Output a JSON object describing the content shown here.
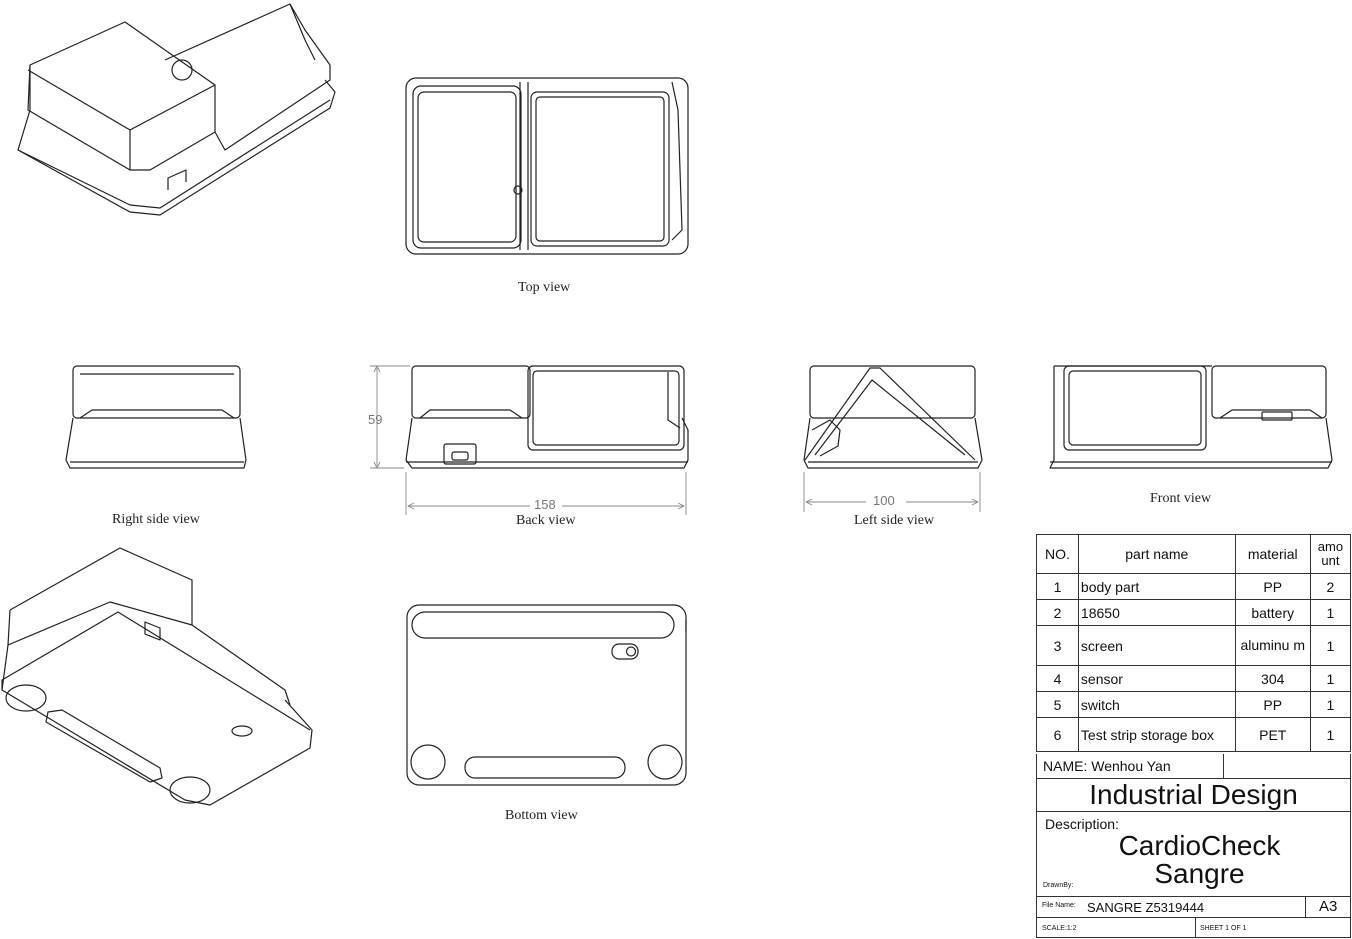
{
  "views": {
    "top": "Top view",
    "right": "Right side view",
    "back": "Back view",
    "left": "Left side view",
    "front": "Front view",
    "bottom": "Bottom view"
  },
  "dimensions": {
    "height": "59",
    "width": "158",
    "depth": "100"
  },
  "bom": {
    "headers": [
      "NO.",
      "part name",
      "material",
      "amo unt"
    ],
    "rows": [
      [
        "1",
        "body part",
        "PP",
        "2"
      ],
      [
        "2",
        "18650",
        "battery",
        "1"
      ],
      [
        "3",
        "screen",
        "aluminu m",
        "1"
      ],
      [
        "4",
        "sensor",
        "304",
        "1"
      ],
      [
        "5",
        "switch",
        "PP",
        "1"
      ],
      [
        "6",
        "Test strip storage box",
        "PET",
        "1"
      ]
    ]
  },
  "title_block": {
    "name": "NAME: Wenhou Yan",
    "course": "Industrial Design",
    "description_label": "Description:",
    "product_line1": "CardioCheck",
    "product_line2": "Sangre",
    "drawn_by": "DrawnBy:",
    "file_name_label": "File Name:",
    "file_name": "SANGRE Z5319444",
    "size": "A3",
    "scale": "SCALE:1:2",
    "sheet": "SHEET 1 OF 1"
  }
}
